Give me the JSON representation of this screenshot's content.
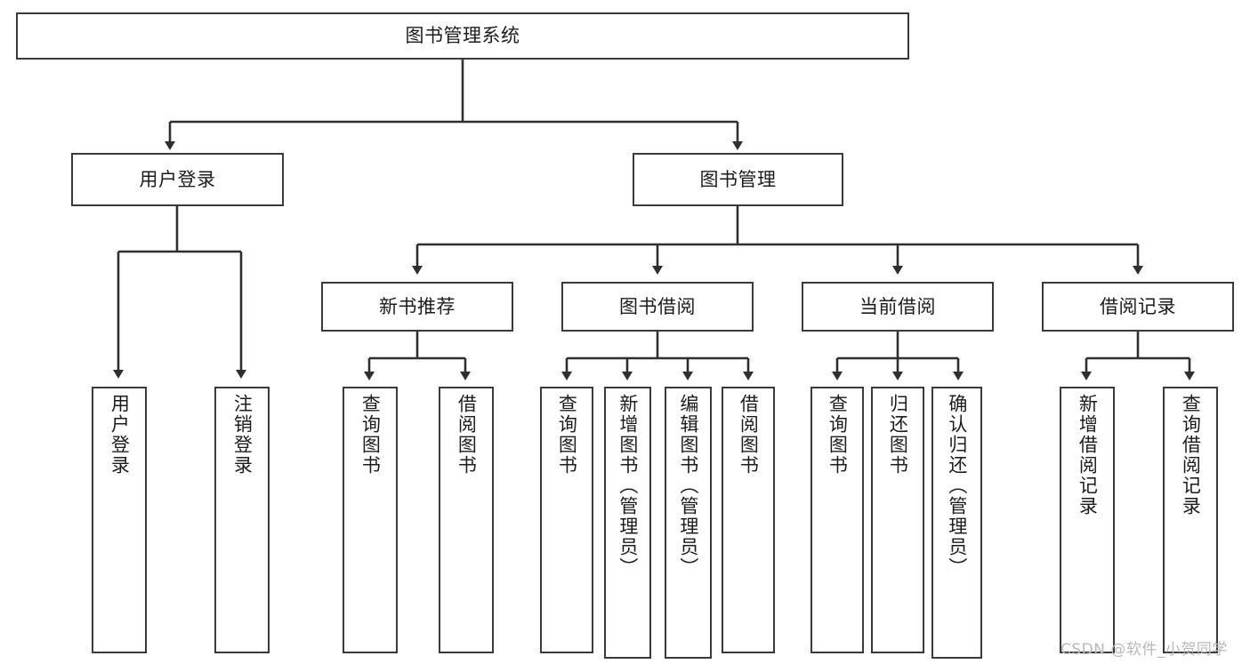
{
  "diagram": {
    "type": "tree",
    "title": "图书管理系统",
    "orientation": "top-down",
    "colors": {
      "background": "#ffffff",
      "border": "#3a3a3a",
      "text": "#1c1c1c",
      "connector": "#2f2f2f",
      "watermark": "#b9b9b9"
    },
    "levels": 4
  },
  "root": {
    "label": "图书管理系统"
  },
  "level2": [
    {
      "label": "用户登录"
    },
    {
      "label": "图书管理"
    }
  ],
  "level3": [
    {
      "label": "新书推荐"
    },
    {
      "label": "图书借阅"
    },
    {
      "label": "当前借阅"
    },
    {
      "label": "借阅记录"
    }
  ],
  "leaves": {
    "user_login": [
      {
        "label": "用户登录"
      },
      {
        "label": "注销登录"
      }
    ],
    "new_book_recommend": [
      {
        "label": "查询图书"
      },
      {
        "label": "借阅图书"
      }
    ],
    "book_borrow": [
      {
        "label": "查询图书"
      },
      {
        "label": "新增图书（管理员）"
      },
      {
        "label": "编辑图书（管理员）"
      },
      {
        "label": "借阅图书"
      }
    ],
    "current_borrow": [
      {
        "label": "查询图书"
      },
      {
        "label": "归还图书"
      },
      {
        "label": "确认归还（管理员）"
      }
    ],
    "borrow_record": [
      {
        "label": "新增借阅记录"
      },
      {
        "label": "查询借阅记录"
      }
    ]
  },
  "watermark": {
    "text": "CSDN @软件_小贺同学"
  }
}
